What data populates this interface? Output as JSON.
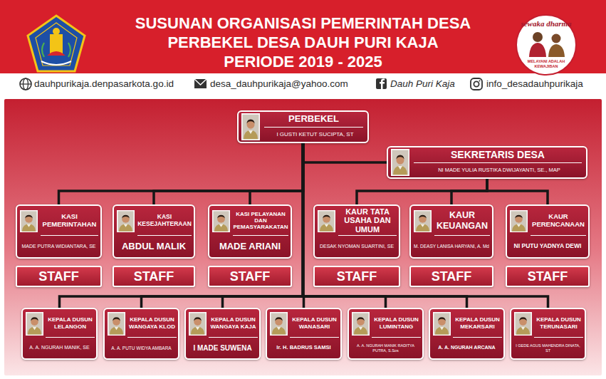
{
  "diagram": {
    "title": "SUSUNAN ORGANISASI PEMERINTAH DESA",
    "nodes": [
      {
        "text": [
          "PERBEKEL",
          "I GUSTI KETUT SUCIPTA, ST"
        ]
      },
      {
        "text": [
          "SEKRETARIS DESA",
          "NI MADE YULIA RUSTIKA DWIJAYANTI, SE., MAP"
        ]
      },
      {
        "text": [
          "KASI PEMERINTAHAN",
          "MADE PUTRA WIDIANTARA, SE"
        ]
      },
      {
        "text": [
          "KASI KESEJAHTERAAN",
          "ABDUL MALIK"
        ]
      },
      {
        "text": [
          "KASI PELAYANAN DAN PEMASYARAKATAN",
          "MADE ARIANI"
        ]
      },
      {
        "text": [
          "KAUR TATA USAHA DAN UMUM",
          "DESAK NYOMAN SUARTINI, SE"
        ]
      },
      {
        "text": [
          "KAUR KEUANGAN",
          "M. DEASY LANISA HARYANI, A. Md"
        ]
      },
      {
        "text": [
          "KAUR PERENCANAAN",
          "NI PUTU YADNYA DEWI"
        ]
      },
      {
        "text": [
          "STAFF"
        ]
      },
      {
        "text": [
          "STAFF"
        ]
      },
      {
        "text": [
          "STAFF"
        ]
      },
      {
        "text": [
          "STAFF"
        ]
      },
      {
        "text": [
          "STAFF"
        ]
      },
      {
        "text": [
          "STAFF"
        ]
      },
      {
        "text": [
          "KEPALA DUSUN LELANGON",
          "A. A. NGURAH MANIK, SE"
        ]
      },
      {
        "text": [
          "KEPALA DUSUN WANGAYA KLOD",
          "A. A. PUTU WIDYA AMBARA"
        ]
      },
      {
        "text": [
          "KEPALA DUSUN WANGAYA KAJA",
          "I MADE SUWENA"
        ]
      },
      {
        "text": [
          "KEPALA DUSUN WANASARI",
          "Ir. H. BADRUS SAMSI"
        ]
      },
      {
        "text": [
          "KEPALA DUSUN LUMINTANG",
          "A. A. NGURAH MANIK RADITYA PUTRA, S.Sos"
        ]
      },
      {
        "text": [
          "KEPALA DUSUN MEKARSARI",
          "A. A. NGURAH ARCANA"
        ]
      },
      {
        "text": [
          "KEPALA DUSUN TERUNASARI",
          "I GEDE AGUS MAHENDRA DINATA, ST"
        ]
      }
    ],
    "edges": [
      {
        "from": 0,
        "to": 1,
        "arrow": "none"
      },
      {
        "from": 0,
        "to": 2,
        "arrow": "none"
      },
      {
        "from": 0,
        "to": 3,
        "arrow": "none"
      },
      {
        "from": 0,
        "to": 4,
        "arrow": "none"
      },
      {
        "from": 1,
        "to": 5,
        "arrow": "none"
      },
      {
        "from": 1,
        "to": 6,
        "arrow": "none"
      },
      {
        "from": 1,
        "to": 7,
        "arrow": "none"
      },
      {
        "from": 0,
        "to": 14,
        "arrow": "none"
      },
      {
        "from": 0,
        "to": 15,
        "arrow": "none"
      },
      {
        "from": 0,
        "to": 16,
        "arrow": "none"
      },
      {
        "from": 0,
        "to": 17,
        "arrow": "none"
      },
      {
        "from": 0,
        "to": 18,
        "arrow": "none"
      },
      {
        "from": 0,
        "to": 19,
        "arrow": "none"
      },
      {
        "from": 0,
        "to": 20,
        "arrow": "none"
      }
    ],
    "labels": [
      "PERBEKEL DESA DAUH PURI KAJA",
      "PERIODE 2019 - 2025",
      "dauhpurikaja.denpasarkota.go.id",
      "desa_dauhpurikaja@yahoo.com",
      "Dauh Puri Kaja",
      "info_desadauhpurikaja",
      "sewaka dharma",
      "MELAYANI ADALAH KEWAJIBAN"
    ]
  }
}
